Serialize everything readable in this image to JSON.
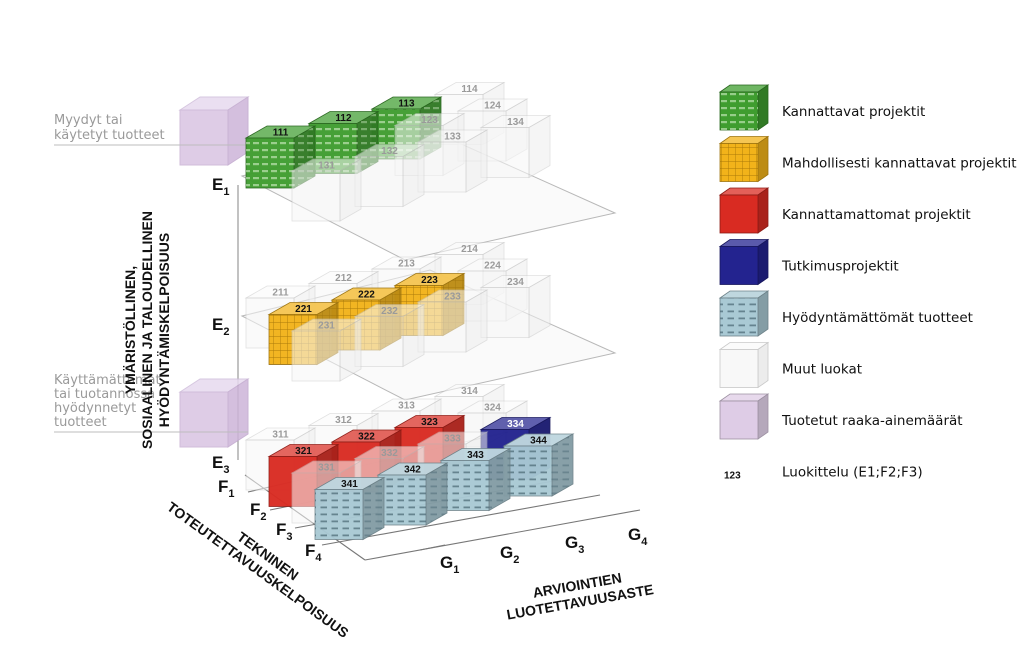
{
  "colors": {
    "profitable": "#3f9d2f",
    "possibly_profitable": "#f2b31a",
    "unprofitable": "#d92b22",
    "research": "#23238f",
    "unused_products": "#a9c9d4",
    "other": "#f4f4f4",
    "raw_material": "#d9c4e2"
  },
  "side_labels": {
    "sold": [
      "Myydyt tai",
      "käytetyt tuotteet"
    ],
    "unused": [
      "Käyttämättömät",
      "tai tuotannossa",
      "hyödynnetyt",
      "tuotteet"
    ]
  },
  "vertical_axis_title": [
    "YMÄRISTÖLLINEN,",
    "SOSIAALINEN JA TALOUDELLINEN",
    "HYÖDYNTÄMISKELPOISUUS"
  ],
  "technical_axis_title": [
    "TEKNINEN",
    "TOTEUTETTAVUUSKELPOISUUS"
  ],
  "reliability_axis_title": [
    "ARVIOINTIEN",
    "LUOTETTAVUUSASTE"
  ],
  "e_levels": [
    {
      "main": "E",
      "sub": "1"
    },
    {
      "main": "E",
      "sub": "2"
    },
    {
      "main": "E",
      "sub": "3"
    }
  ],
  "f_levels": [
    {
      "main": "F",
      "sub": "1"
    },
    {
      "main": "F",
      "sub": "2"
    },
    {
      "main": "F",
      "sub": "3"
    },
    {
      "main": "F",
      "sub": "4"
    }
  ],
  "g_levels": [
    {
      "main": "G",
      "sub": "1"
    },
    {
      "main": "G",
      "sub": "2"
    },
    {
      "main": "G",
      "sub": "3"
    },
    {
      "main": "G",
      "sub": "4"
    }
  ],
  "cells": [
    {
      "code": "111",
      "cat": "profitable"
    },
    {
      "code": "112",
      "cat": "profitable"
    },
    {
      "code": "113",
      "cat": "profitable"
    },
    {
      "code": "114",
      "cat": "other"
    },
    {
      "code": "123",
      "cat": "other"
    },
    {
      "code": "124",
      "cat": "other"
    },
    {
      "code": "131",
      "cat": "other"
    },
    {
      "code": "132",
      "cat": "other"
    },
    {
      "code": "133",
      "cat": "other"
    },
    {
      "code": "134",
      "cat": "other"
    },
    {
      "code": "211",
      "cat": "other"
    },
    {
      "code": "212",
      "cat": "other"
    },
    {
      "code": "213",
      "cat": "other"
    },
    {
      "code": "214",
      "cat": "other"
    },
    {
      "code": "221",
      "cat": "possibly_profitable"
    },
    {
      "code": "222",
      "cat": "possibly_profitable"
    },
    {
      "code": "223",
      "cat": "possibly_profitable"
    },
    {
      "code": "224",
      "cat": "other"
    },
    {
      "code": "231",
      "cat": "other"
    },
    {
      "code": "232",
      "cat": "other"
    },
    {
      "code": "233",
      "cat": "other"
    },
    {
      "code": "234",
      "cat": "other"
    },
    {
      "code": "311",
      "cat": "other"
    },
    {
      "code": "312",
      "cat": "other"
    },
    {
      "code": "313",
      "cat": "other"
    },
    {
      "code": "314",
      "cat": "other"
    },
    {
      "code": "321",
      "cat": "unprofitable"
    },
    {
      "code": "322",
      "cat": "unprofitable"
    },
    {
      "code": "323",
      "cat": "unprofitable"
    },
    {
      "code": "324",
      "cat": "other"
    },
    {
      "code": "331",
      "cat": "other"
    },
    {
      "code": "332",
      "cat": "other"
    },
    {
      "code": "333",
      "cat": "other"
    },
    {
      "code": "334",
      "cat": "research"
    },
    {
      "code": "341",
      "cat": "unused_products"
    },
    {
      "code": "342",
      "cat": "unused_products"
    },
    {
      "code": "343",
      "cat": "unused_products"
    },
    {
      "code": "344",
      "cat": "unused_products"
    }
  ],
  "legend": [
    {
      "label": "Kannattavat projektit",
      "cat": "profitable"
    },
    {
      "label": "Mahdollisesti kannattavat projektit",
      "cat": "possibly_profitable"
    },
    {
      "label": "Kannattamattomat projektit",
      "cat": "unprofitable"
    },
    {
      "label": "Tutkimusprojektit",
      "cat": "research"
    },
    {
      "label": "Hyödyntämättömät tuotteet",
      "cat": "unused_products"
    },
    {
      "label": "Muut luokat",
      "cat": "other"
    },
    {
      "label": "Tuotetut raaka-ainemäärät",
      "cat": "raw_material"
    },
    {
      "label": "Luokittelu (E1;F2;F3)",
      "cat": "code",
      "code": "123"
    }
  ]
}
